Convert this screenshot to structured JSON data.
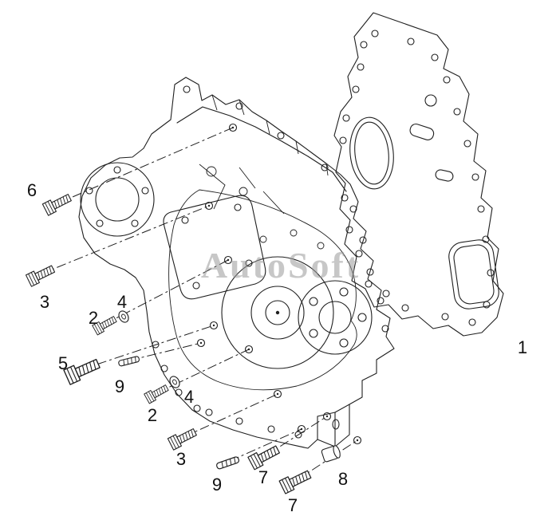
{
  "diagram": {
    "watermark": "AutoSoft",
    "labels": [
      {
        "part": "6"
      },
      {
        "part": "3"
      },
      {
        "part": "2"
      },
      {
        "part": "4"
      },
      {
        "part": "5"
      },
      {
        "part": "9"
      },
      {
        "part": "2"
      },
      {
        "part": "4"
      },
      {
        "part": "3"
      },
      {
        "part": "9"
      },
      {
        "part": "7"
      },
      {
        "part": "8"
      },
      {
        "part": "7"
      },
      {
        "part": "1"
      }
    ],
    "colors": {
      "line": "#1f1f1f",
      "watermark": "#9a9a9a",
      "background": "#ffffff"
    }
  }
}
